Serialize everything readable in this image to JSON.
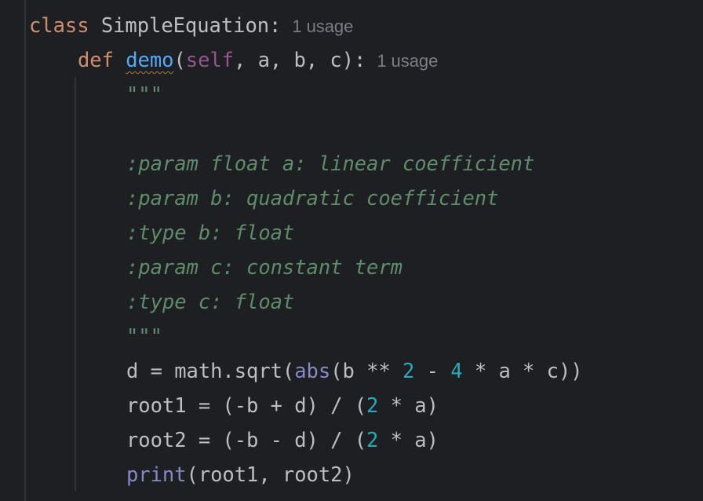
{
  "editor": {
    "theme_colors": {
      "background": "#1e1f22",
      "keyword": "#cf8e6d",
      "function_name": "#56a8f5",
      "self": "#94558d",
      "builtin": "#8888c6",
      "number": "#2aacb8",
      "docstring": "#5f8c6a",
      "default_text": "#bcbec4",
      "inlay_hint": "#7a7e85"
    },
    "lines": {
      "l1": {
        "kw": "class",
        "name": " SimpleEquation:",
        "hint": "1 usage"
      },
      "l2": {
        "kw": "def",
        "sp": " ",
        "fn": "demo",
        "open": "(",
        "self": "self",
        "rest": ", a, b, c):",
        "hint": "1 usage"
      },
      "l3": {
        "doc": "\"\"\""
      },
      "l5": {
        "doc": ":param float a: linear coefficient"
      },
      "l6": {
        "doc": ":param b: quadratic coefficient"
      },
      "l7": {
        "doc": ":type b: float"
      },
      "l8": {
        "doc": ":param c: constant term"
      },
      "l9": {
        "doc": ":type c: float"
      },
      "l10": {
        "doc": "\"\"\""
      },
      "l11": {
        "a": "d = math.sqrt(",
        "builtin": "abs",
        "b": "(b ** ",
        "n1": "2",
        "c": " - ",
        "n2": "4",
        "d": " * a * c))"
      },
      "l12": {
        "a": "root1 = (-b + d) / (",
        "n1": "2",
        "b": " * a)"
      },
      "l13": {
        "a": "root2 = (-b - d) / (",
        "n1": "2",
        "b": " * a)"
      },
      "l14": {
        "builtin": "print",
        "a": "(root1, root2)"
      }
    }
  }
}
